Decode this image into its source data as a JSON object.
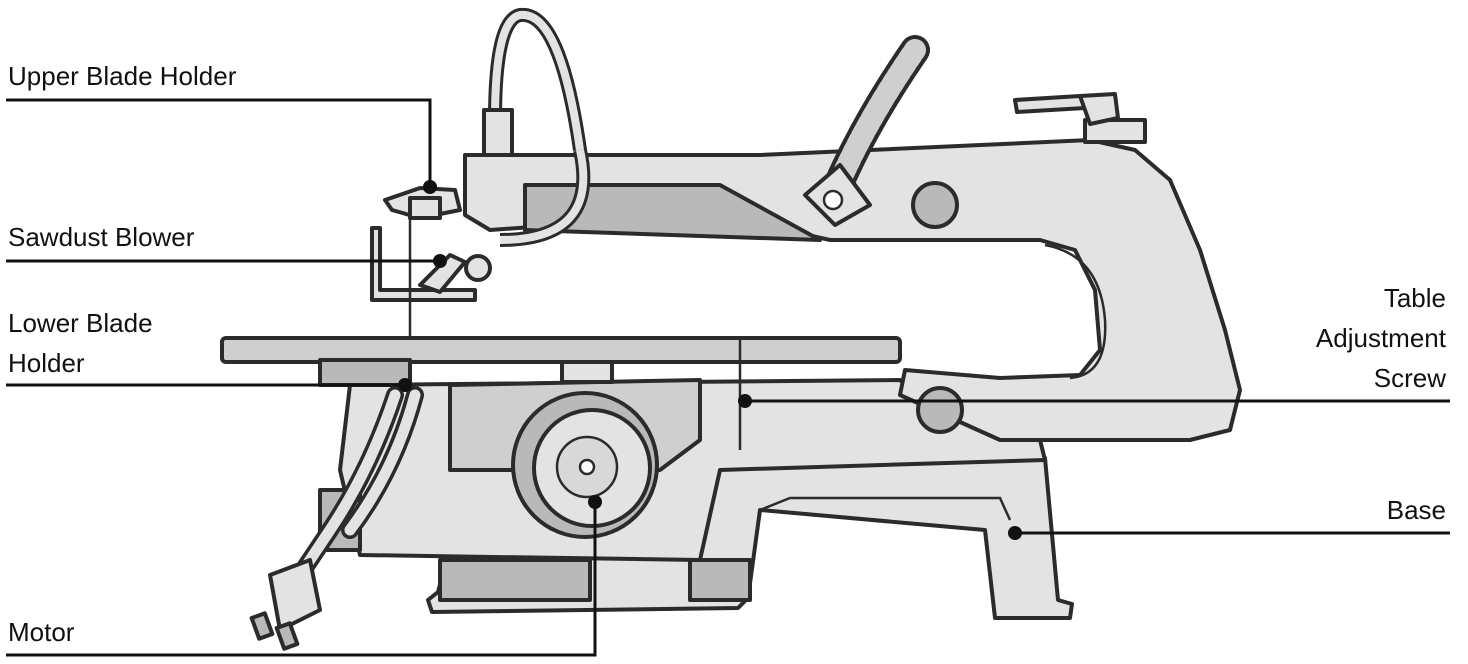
{
  "labels": {
    "upper_blade_holder": "Upper Blade Holder",
    "sawdust_blower": "Sawdust Blower",
    "lower_blade_holder_line1": "Lower Blade",
    "lower_blade_holder_line2": "Holder",
    "table_adjustment_line1": "Table",
    "table_adjustment_line2": "Adjustment",
    "table_adjustment_line3": "Screw",
    "base": "Base",
    "motor": "Motor"
  },
  "colors": {
    "body": "#e3e3e3",
    "shade": "#b9b9b9",
    "outline": "#2b2b2b",
    "leader": "#111111"
  }
}
